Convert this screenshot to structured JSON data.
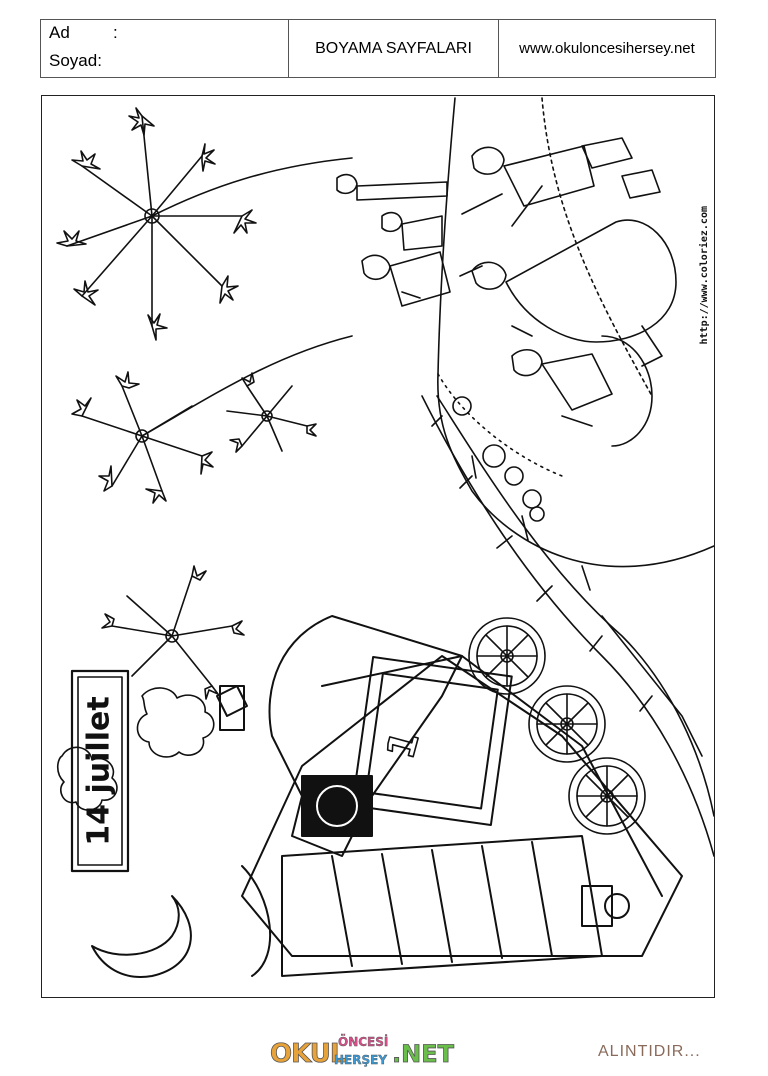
{
  "header": {
    "ad_label": "Ad",
    "ad_colon": ":",
    "soyad_label": "Soyad:",
    "title": "BOYAMA SAYFALARI",
    "website": "www.okuloncesihersey.net"
  },
  "artwork": {
    "sign_text": "14 juillet",
    "engine_number": "1",
    "watermark": "http://www.coloriez.com"
  },
  "footer": {
    "logo": {
      "okul": "OKUL",
      "oncesi": "ÖNCESİ",
      "hersey": "HERŞEY",
      "net": ".NET"
    },
    "source_note": "ALINTIDIR..."
  },
  "colors": {
    "logo_okul": "#e8a23a",
    "logo_oncesi": "#d94f8a",
    "logo_hersey": "#3a9bd9",
    "logo_net": "#6abf4b",
    "source_note": "#8a6b5b"
  }
}
